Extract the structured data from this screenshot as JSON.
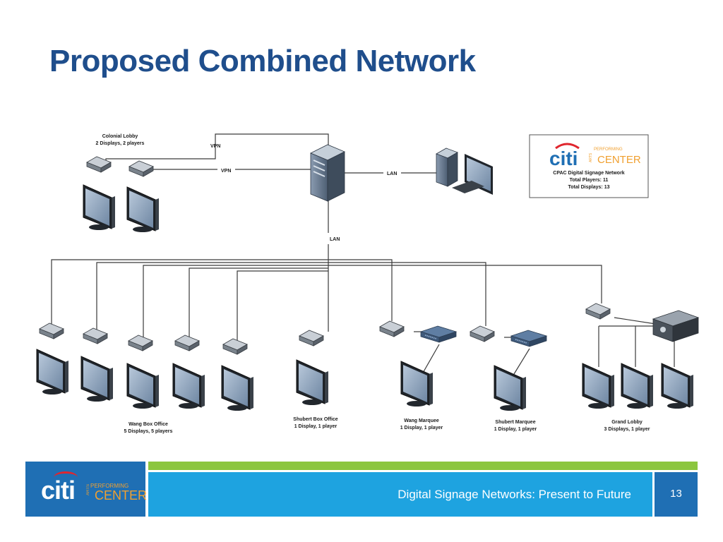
{
  "slide": {
    "title": "Proposed Combined Network",
    "footer_text": "Digital Signage Networks: Present to Future",
    "slide_number": "13"
  },
  "footer_logo": {
    "brand": "citi",
    "performing": "PERFORMING",
    "arts": "ARTS",
    "center": "CENTER"
  },
  "legend_box": {
    "brand": "citi",
    "performing": "PERFORMING",
    "arts": "ARTS",
    "center": "CENTER",
    "line1": "CPAC Digital Signage Network",
    "line2": "Total Players: 11",
    "line3": "Total Displays: 13"
  },
  "connections": {
    "vpn_top": "VPN",
    "vpn_mid": "VPN",
    "lan_right": "LAN",
    "lan_down": "LAN"
  },
  "groups": {
    "colonial": {
      "name": "Colonial Lobby",
      "detail": "2 Displays, 2 players"
    },
    "wang_box": {
      "name": "Wang Box Office",
      "detail": "5 Displays, 5 players"
    },
    "shubert_box": {
      "name": "Shubert Box Office",
      "detail": "1 Display, 1 player"
    },
    "wang_marquee": {
      "name": "Wang Marquee",
      "detail": "1 Display, 1 player"
    },
    "shubert_marquee": {
      "name": "Shubert Marquee",
      "detail": "1 Display, 1 player"
    },
    "grand_lobby": {
      "name": "Grand Lobby",
      "detail": "3 Displays, 1 player"
    }
  },
  "colors": {
    "title": "#1f4e8c",
    "footer_dark_blue": "#1f6fb4",
    "footer_light_blue": "#1ea3e0",
    "footer_green": "#8cc63f",
    "citi_red": "#e0262e",
    "arts_orange": "#f0a030"
  }
}
